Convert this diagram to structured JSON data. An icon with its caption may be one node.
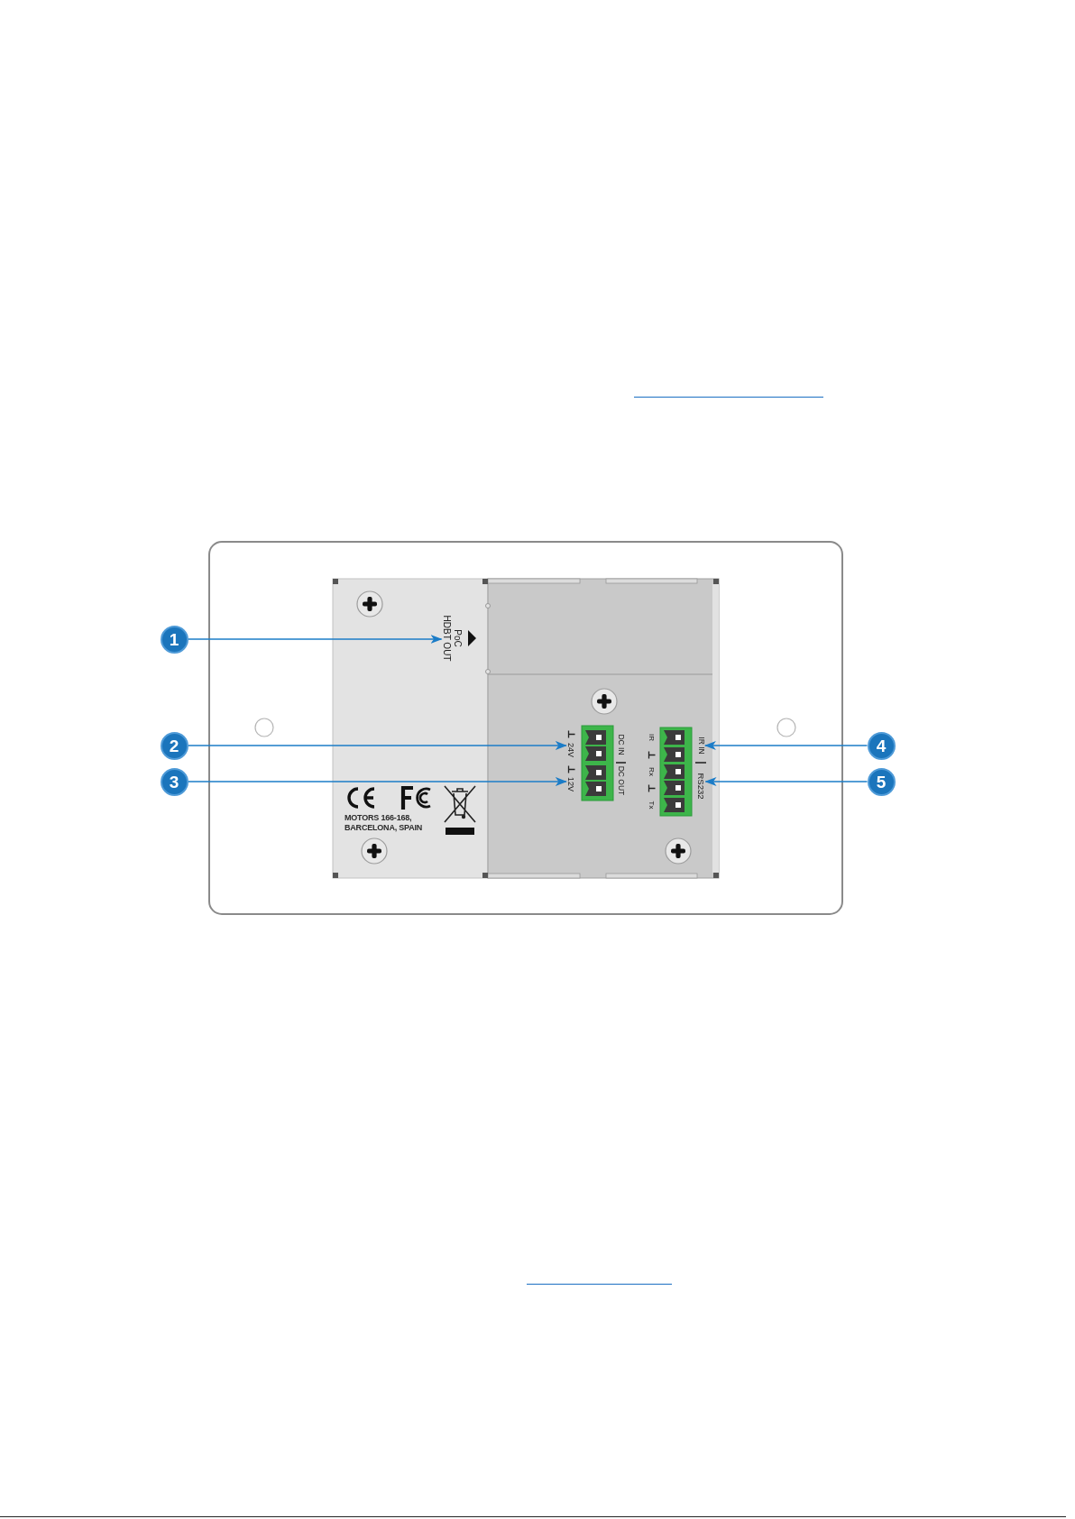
{
  "diagram": {
    "nodes": [
      {
        "text": [
          "1"
        ]
      },
      {
        "text": [
          "PoC",
          "HDBT OUT"
        ]
      },
      {
        "text": [
          "2"
        ]
      },
      {
        "text": [
          "24V"
        ]
      },
      {
        "text": [
          "3"
        ]
      },
      {
        "text": [
          "12V"
        ]
      },
      {
        "text": [
          "4"
        ]
      },
      {
        "text": [
          "IR IN"
        ]
      },
      {
        "text": [
          "5"
        ]
      },
      {
        "text": [
          "RS232"
        ]
      }
    ],
    "edges": [
      {
        "from": 0,
        "to": 1,
        "arrow": "to"
      },
      {
        "from": 2,
        "to": 3,
        "arrow": "to"
      },
      {
        "from": 4,
        "to": 5,
        "arrow": "to"
      },
      {
        "from": 6,
        "to": 7,
        "arrow": "to"
      },
      {
        "from": 8,
        "to": 9,
        "arrow": "to"
      }
    ],
    "labels": [
      "MOTORS 166-168, BARCELONA, SPAIN",
      "DC IN",
      "DC OUT",
      "IR",
      "Rx",
      "Tx"
    ]
  }
}
